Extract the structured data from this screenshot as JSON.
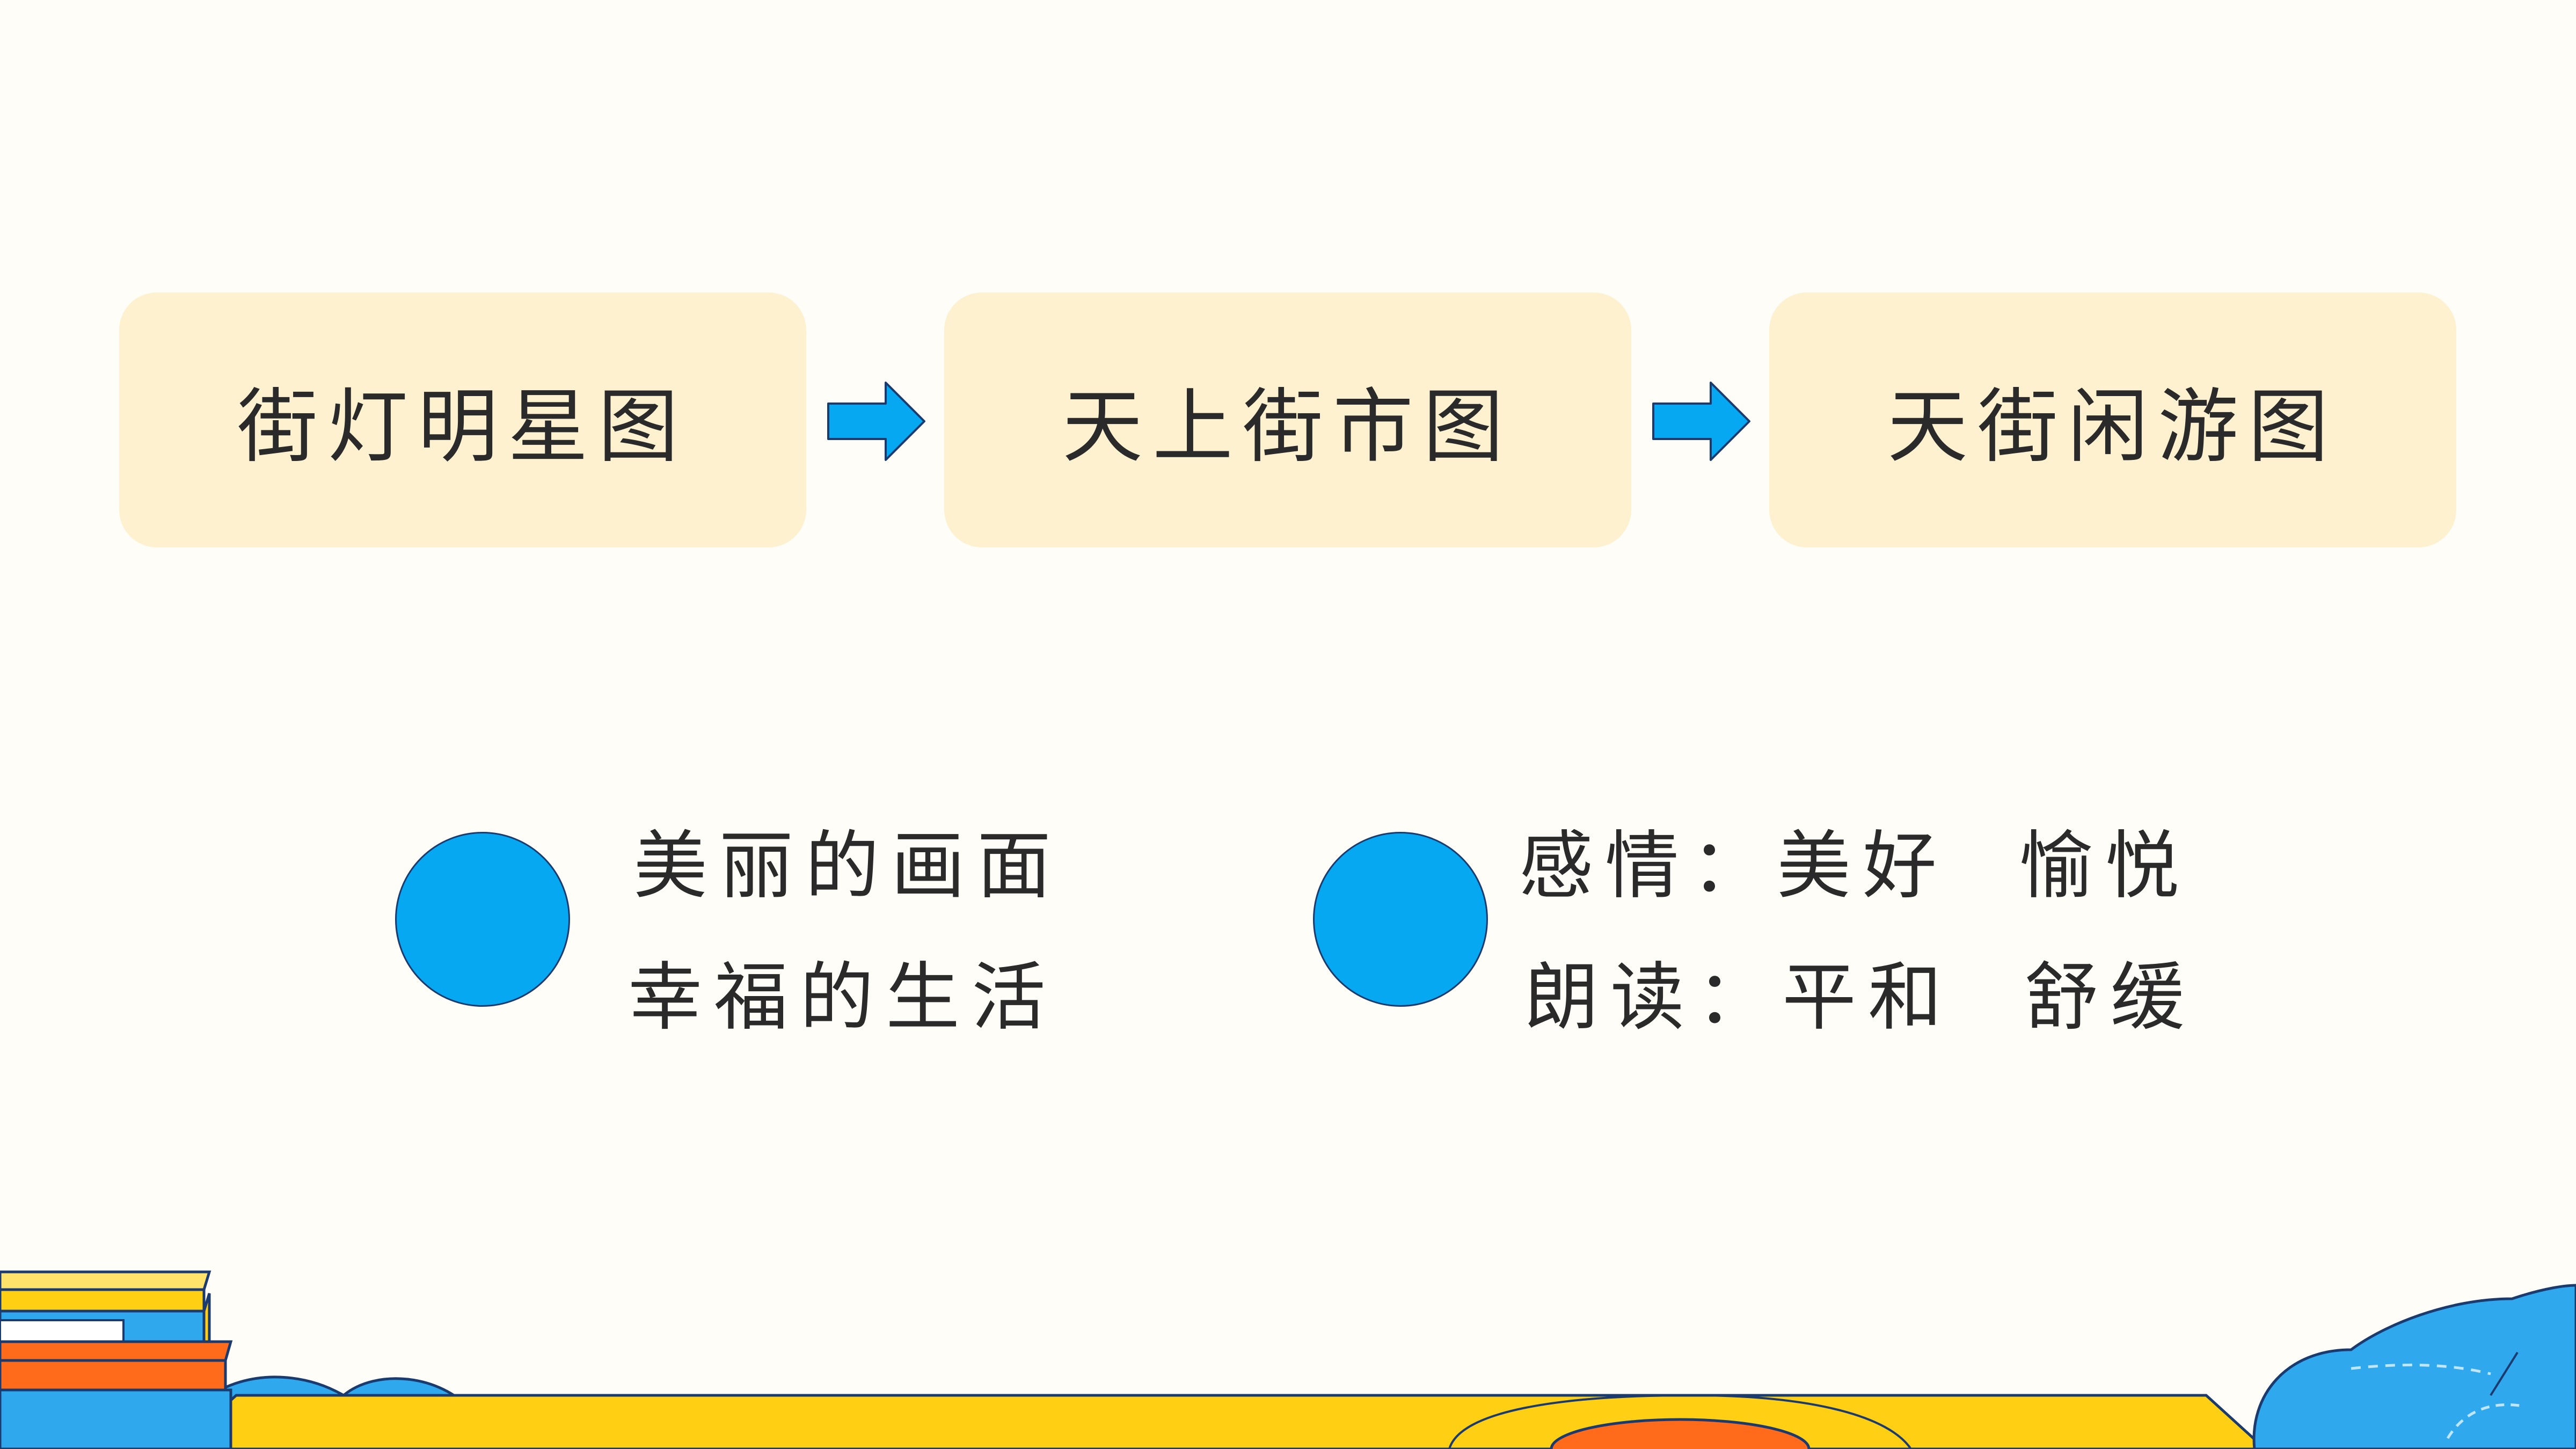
{
  "flow": {
    "steps": [
      "街灯明星图",
      "天上街市图",
      "天街闲游图"
    ]
  },
  "summary": {
    "left": {
      "line1": "美丽的画面",
      "line2": "幸福的生活"
    },
    "right": {
      "line1": "感情：美好  愉悦",
      "line2": "朗读：平和  舒缓"
    }
  },
  "colors": {
    "box_fill": "#fdf1d0",
    "accent_blue": "#06a8f2",
    "accent_yellow": "#ffcf14",
    "accent_orange": "#ff6b1a",
    "background": "#fffdf7"
  },
  "icons": {
    "flow_arrow": "arrow-right-icon",
    "bullet": "circle-bullet-icon"
  }
}
